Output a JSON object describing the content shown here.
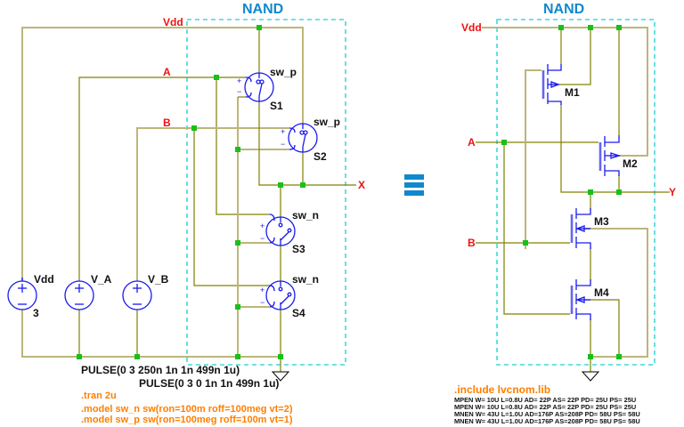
{
  "left_schematic": {
    "title": "NAND",
    "nets": {
      "vdd": "Vdd",
      "a": "A",
      "b": "B",
      "out": "X"
    },
    "sources": [
      {
        "name": "Vdd",
        "value": "3"
      },
      {
        "name": "V_A",
        "value": "PULSE(0 3 250n 1n 1n 499n 1u)"
      },
      {
        "name": "V_B",
        "value": "PULSE(0 3 0 1n 1n 499n 1u)"
      }
    ],
    "switches": [
      {
        "ref": "S1",
        "model": "sw_p"
      },
      {
        "ref": "S2",
        "model": "sw_p"
      },
      {
        "ref": "S3",
        "model": "sw_n"
      },
      {
        "ref": "S4",
        "model": "sw_n"
      }
    ],
    "directives": [
      ".tran 2u",
      ".model sw_n sw(ron=100m roff=100meg vt=2)",
      ".model sw_p sw(ron=100meg roff=100m vt=1)"
    ]
  },
  "equivalence_symbol": "≡",
  "right_schematic": {
    "title": "NAND",
    "nets": {
      "vdd": "Vdd",
      "a": "A",
      "b": "B",
      "out": "Y"
    },
    "transistors": [
      {
        "ref": "M1"
      },
      {
        "ref": "M2"
      },
      {
        "ref": "M3"
      },
      {
        "ref": "M4"
      }
    ],
    "include": ".include lvcnom.lib",
    "params": [
      "MPEN W= 10U L=0.8U AD= 22P AS= 22P PD= 25U PS= 25U",
      "MPEN W= 10U L=0.8U AD= 22P AS= 22P PD= 25U PS= 25U",
      "MNEN W= 43U L=1.0U AD=176P AS=208P PD= 58U PS= 58U",
      "MNEN W= 43U L=1.0U AD=176P AS=208P PD= 58U PS= 58U"
    ]
  },
  "colors": {
    "net_label": "#ee1111",
    "title": "#1188cc",
    "directive": "#ff7f00",
    "component": "#1a1aee",
    "wire": "#bcb67a",
    "junction": "#18c018",
    "subcircuit_box": "#40d8d8"
  }
}
